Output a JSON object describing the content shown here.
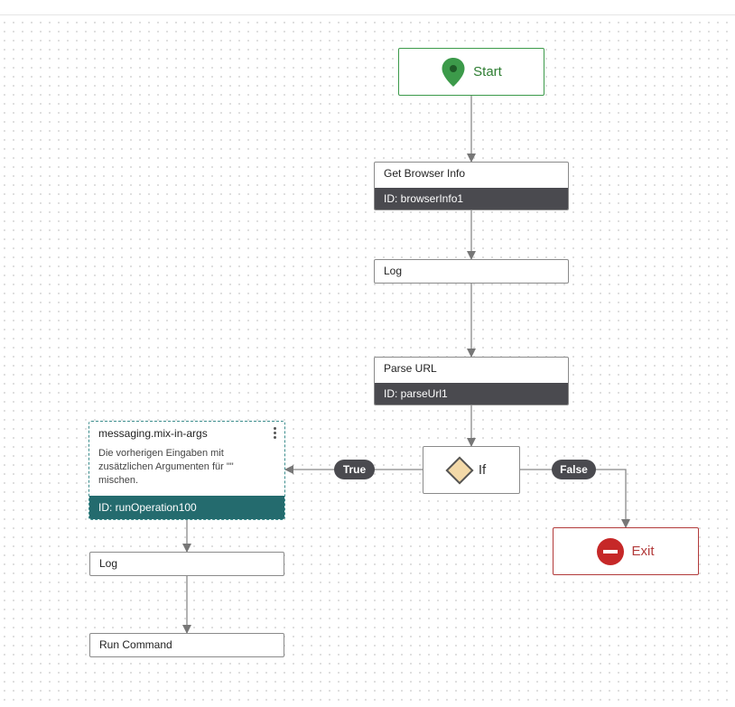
{
  "nodes": {
    "start": {
      "label": "Start"
    },
    "browser_info": {
      "title": "Get Browser Info",
      "id_label": "ID: browserInfo1"
    },
    "log1": {
      "title": "Log"
    },
    "parse_url": {
      "title": "Parse URL",
      "id_label": "ID: parseUrl1"
    },
    "if_node": {
      "label": "If"
    },
    "mix_in_args": {
      "title": "messaging.mix-in-args",
      "description": "Die vorherigen Eingaben mit zusätzlichen Argumenten für \"\" mischen.",
      "id_label": "ID: runOperation100"
    },
    "log2": {
      "title": "Log"
    },
    "run_command": {
      "title": "Run Command"
    },
    "exit": {
      "label": "Exit"
    }
  },
  "edges": {
    "true_label": "True",
    "false_label": "False"
  },
  "colors": {
    "start": "#3c9a4a",
    "exit": "#c62828",
    "selected": "#246b6e",
    "footer": "#4a4a4f",
    "decision": "#f3d9a8"
  },
  "icons": {
    "start": "map-pin-icon",
    "if": "diamond-icon",
    "exit": "no-entry-icon",
    "menu": "more-vertical-icon"
  }
}
